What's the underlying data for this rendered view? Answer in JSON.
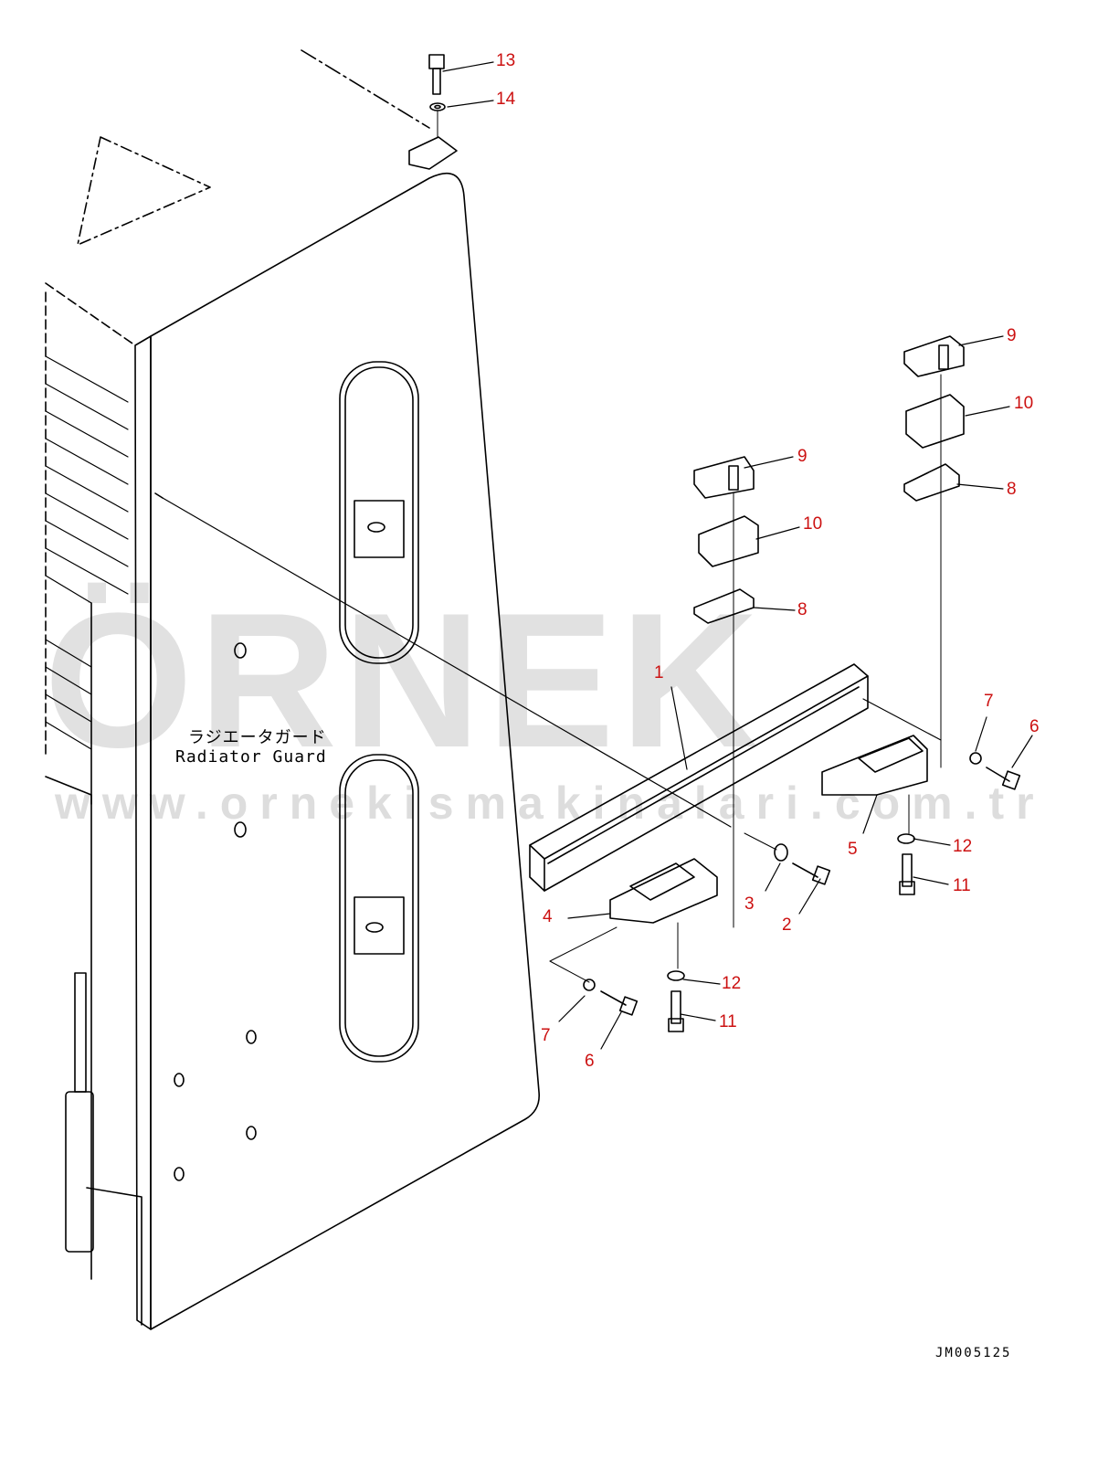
{
  "watermark": {
    "brand": "ÖRNEK",
    "url": "www.ornekismakinalari.com.tr"
  },
  "labels": {
    "japanese": "ラジエータガード",
    "english": "Radiator Guard"
  },
  "drawing_code": "JM005125",
  "callouts": [
    {
      "id": "c13",
      "text": "13"
    },
    {
      "id": "c14",
      "text": "14"
    },
    {
      "id": "c9a",
      "text": "9"
    },
    {
      "id": "c10a",
      "text": "10"
    },
    {
      "id": "c8a",
      "text": "8"
    },
    {
      "id": "c9b",
      "text": "9"
    },
    {
      "id": "c10b",
      "text": "10"
    },
    {
      "id": "c8b",
      "text": "8"
    },
    {
      "id": "c1",
      "text": "1"
    },
    {
      "id": "c7a",
      "text": "7"
    },
    {
      "id": "c6a",
      "text": "6"
    },
    {
      "id": "c5",
      "text": "5"
    },
    {
      "id": "c12a",
      "text": "12"
    },
    {
      "id": "c11a",
      "text": "11"
    },
    {
      "id": "c3",
      "text": "3"
    },
    {
      "id": "c2",
      "text": "2"
    },
    {
      "id": "c4",
      "text": "4"
    },
    {
      "id": "c12b",
      "text": "12"
    },
    {
      "id": "c11b",
      "text": "11"
    },
    {
      "id": "c7b",
      "text": "7"
    },
    {
      "id": "c6b",
      "text": "6"
    }
  ],
  "colors": {
    "line": "#000000",
    "callout": "#cc1111",
    "watermark": "#cfcfcf",
    "accent": "#e8c24a"
  }
}
